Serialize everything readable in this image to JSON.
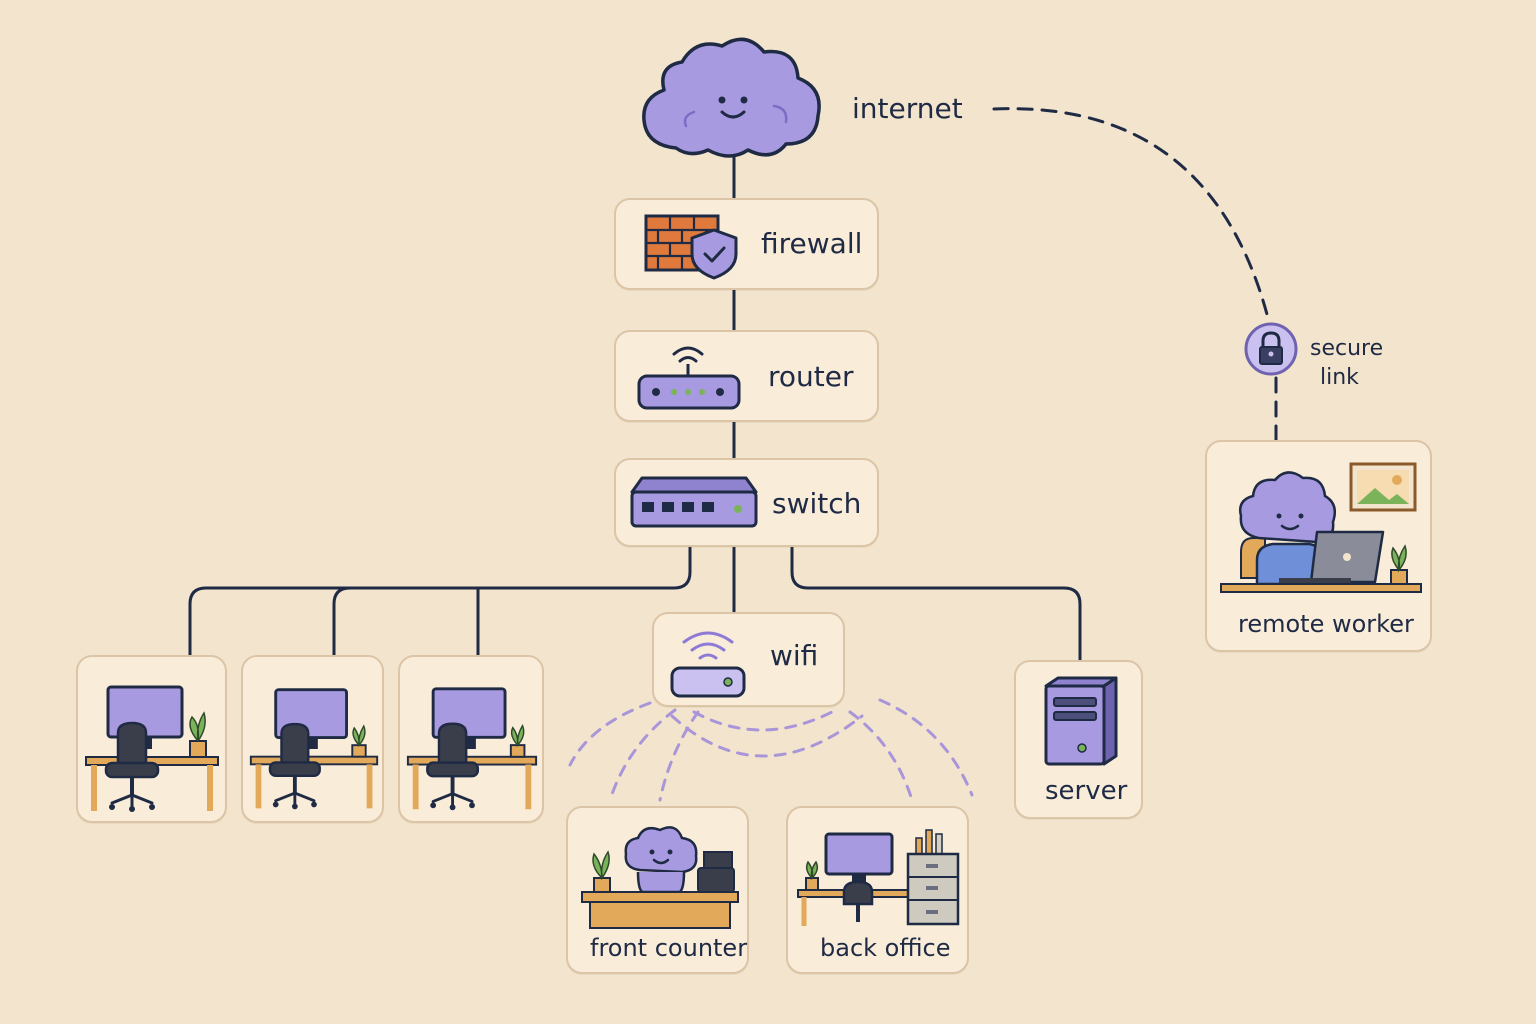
{
  "nodes": {
    "internet": "internet",
    "firewall": "firewall",
    "router": "router",
    "switch": "switch",
    "wifi": "wifi",
    "server": "server",
    "front_counter": "front counter",
    "back_office": "back office",
    "remote_worker": "remote worker",
    "secure_link_line1": "secure",
    "secure_link_line2": "link"
  },
  "icons": {
    "cloud": "cloud-icon",
    "firewall": "brick-wall-shield-icon",
    "router": "router-icon",
    "switch": "network-switch-icon",
    "wifi": "wifi-access-point-icon",
    "server": "server-tower-icon",
    "workstation": "desk-workstation-icon",
    "lock": "lock-icon"
  },
  "colors": {
    "background": "#f3e4cd",
    "card": "#f9ecd9",
    "card_border": "#dcc5a7",
    "line": "#1f2a44",
    "wireless": "#a996d8",
    "accent_purple": "#a89ae0",
    "brick": "#e07a3c"
  }
}
